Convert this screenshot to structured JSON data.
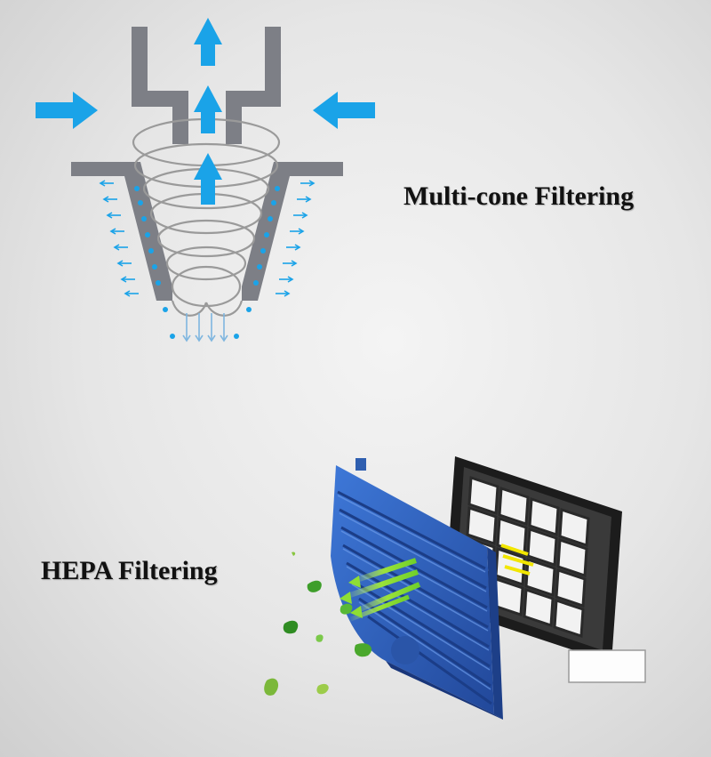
{
  "multi_cone": {
    "caption": "Multi-cone Filtering",
    "icon": "cyclone-cone-diagram",
    "accent_color": "#1aa3e8",
    "wall_color": "#7d7f86"
  },
  "hepa": {
    "caption": "HEPA Filtering",
    "icon": "hepa-filter-illustration",
    "frame_color": "#2f5fb0",
    "filter_color": "#2a2a2a",
    "airflow_color": "#9be23a"
  }
}
